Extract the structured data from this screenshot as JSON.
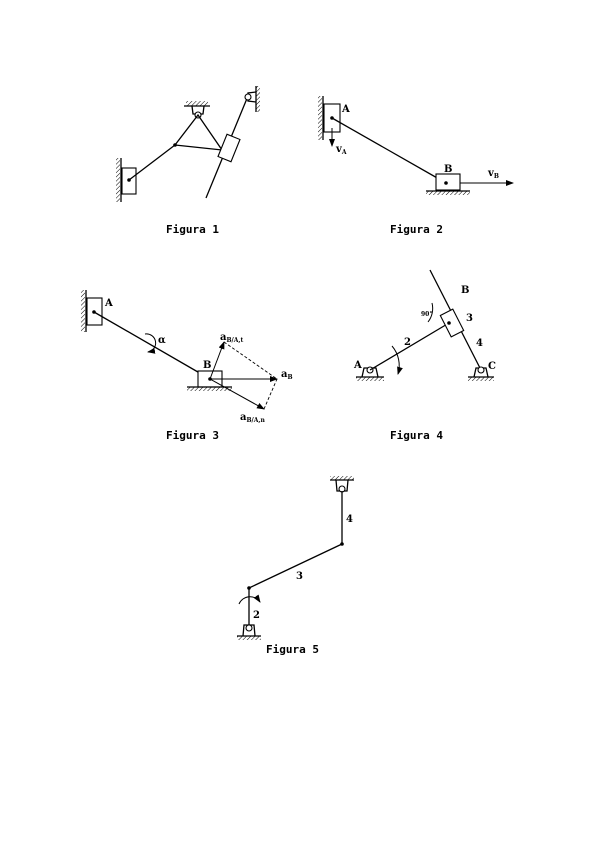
{
  "figures": [
    {
      "caption": "Figura 1"
    },
    {
      "caption": "Figura 2",
      "labels": {
        "a": "A",
        "b": "B",
        "va": "v",
        "va_sub": "A",
        "vb": "v",
        "vb_sub": "B"
      }
    },
    {
      "caption": "Figura 3",
      "labels": {
        "a": "A",
        "b": "B",
        "alpha": "α",
        "at": "a",
        "at_sub": "B/A,t",
        "ab": "a",
        "ab_sub": "B",
        "an": "a",
        "an_sub": "B/A,n"
      }
    },
    {
      "caption": "Figura 4",
      "labels": {
        "a": "A",
        "b": "B",
        "c": "C",
        "n2": "2",
        "n3": "3",
        "n4": "4"
      }
    },
    {
      "caption": "Figura 5",
      "labels": {
        "n2": "2",
        "n3": "3",
        "n4": "4"
      }
    }
  ]
}
